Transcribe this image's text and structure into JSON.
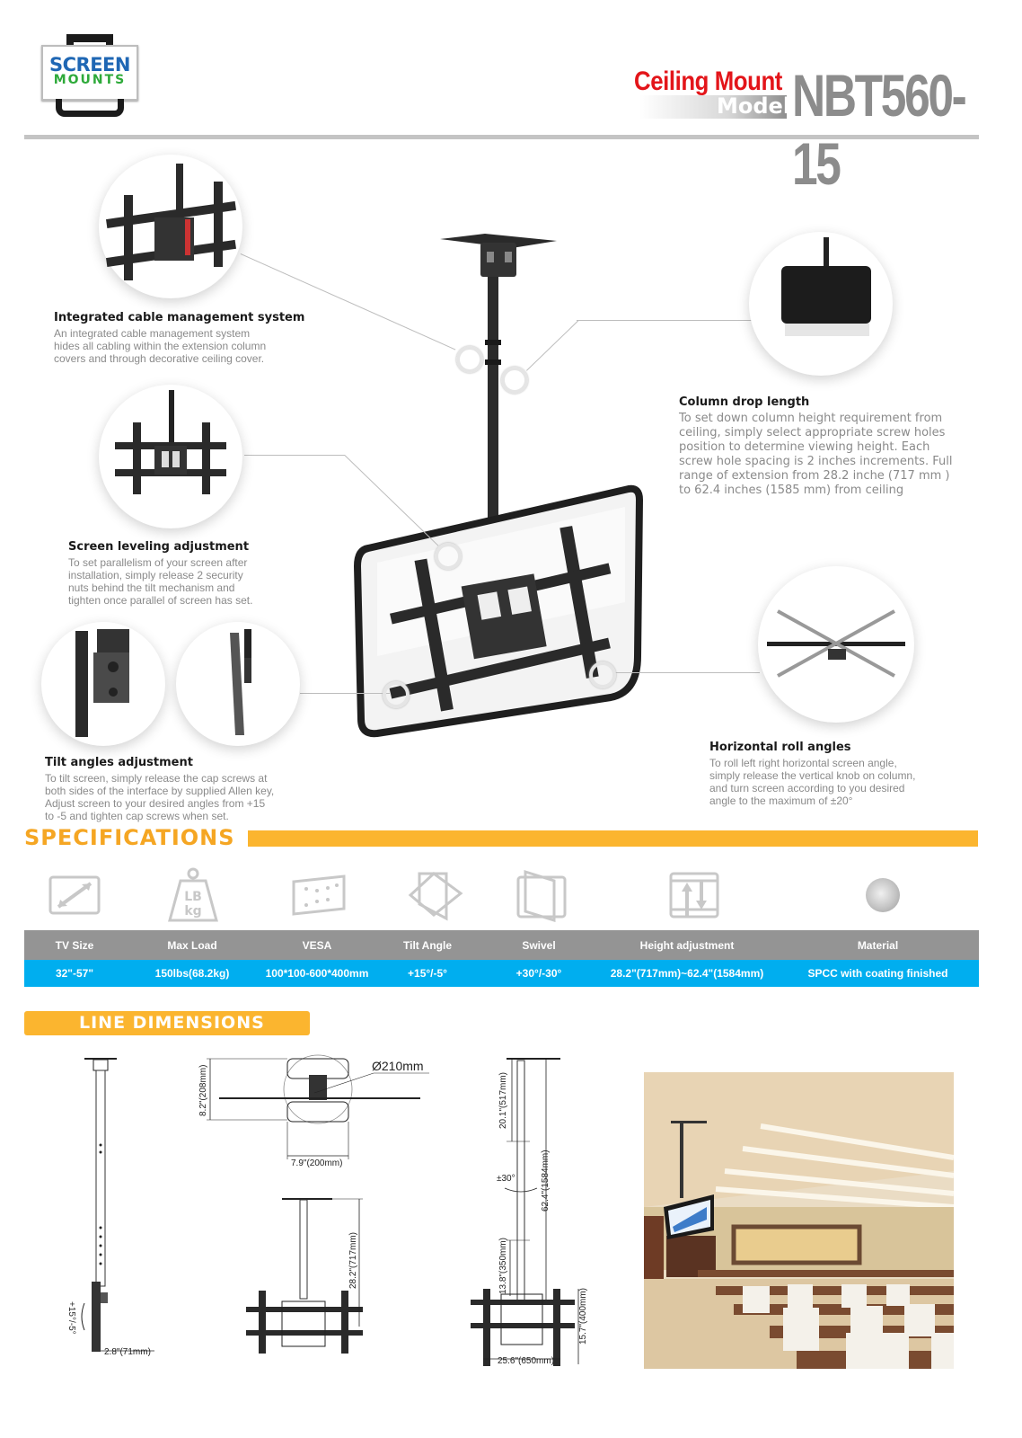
{
  "brand": {
    "logo_line1": "SCREEN",
    "logo_line2": "MOUNTS",
    "colors": {
      "blue": "#1f67b4",
      "green": "#2eaa3a"
    }
  },
  "header": {
    "category": "Ceiling Mount",
    "model_label": "Model",
    "model_number": "NBT560-15",
    "colors": {
      "category": "#e3151a",
      "model_number": "#8c8c8c"
    }
  },
  "features": [
    {
      "title": "Integrated cable management system",
      "lines": [
        "An integrated cable management system",
        "hides all cabling within the extension column",
        "covers and through decorative ceiling cover."
      ]
    },
    {
      "title": "Column drop length",
      "lines": [
        "To set down column height requirement from",
        "ceiling, simply select appropriate screw holes",
        "position to determine viewing height. Each",
        "screw hole spacing is 2 inches increments. Full",
        "range of extension from 28.2 inche (717 mm )",
        " to 62.4 inches (1585 mm) from ceiling"
      ]
    },
    {
      "title": "Screen leveling adjustment",
      "lines": [
        "To set parallelism of  your screen after",
        "installation, simply release 2 security",
        "nuts behind the tilt mechanism and",
        "tighten once parallel of  screen has set."
      ]
    },
    {
      "title": "Tilt angles adjustment",
      "lines": [
        "To tilt screen, simply release the cap screws at",
        "both sides of the interface by supplied Allen key,",
        "Adjust screen to your desired angles from +15",
        "to -5 and tighten cap screws when set."
      ]
    },
    {
      "title": "Horizontal roll angles",
      "lines": [
        "To roll left right horizontal screen angle,",
        "simply release the vertical knob on column,",
        "and turn screen according to you desired",
        "angle to the maximum of ±20°"
      ]
    }
  ],
  "specifications": {
    "heading": "SPECIFICATIONS",
    "accent_color": "#fbb52f",
    "header_bg": "#949494",
    "row_bg": "#00aeef",
    "icons": [
      "tv-size-icon",
      "max-load-weight-icon",
      "vesa-pattern-icon",
      "tilt-angle-icon",
      "swivel-icon",
      "height-adjustment-icon",
      "material-sphere-icon"
    ],
    "weight_icon_text": {
      "top": "LB",
      "bottom": "kg"
    },
    "columns": [
      "TV Size",
      "Max Load",
      "VESA",
      "Tilt Angle",
      "Swivel",
      "Height adjustment",
      "Material"
    ],
    "values": [
      "32\"-57\"",
      "150lbs(68.2kg)",
      "100*100-600*400mm",
      "+15°/-5°",
      "+30°/-30°",
      "28.2\"(717mm)~62.4\"(1584mm)",
      "SPCC with coating finished"
    ]
  },
  "line_dimensions": {
    "heading": "LINE DIMENSIONS",
    "labels": {
      "tilt_range": "+15°/-5°",
      "side_depth": "2.8\"(71mm)",
      "plate_height": "8.2\"(208mm)",
      "plate_diameter": "Ø210mm",
      "plate_width": "7.9\"(200mm)",
      "min_drop": "28.2\"(717mm)",
      "upper_section": "20.1\"(517mm)",
      "swivel": "±30°",
      "max_drop": "62.4\"(1584mm)",
      "lower_section": "13.8\"(350mm)",
      "bracket_height": "15.7\"(400mm)",
      "bracket_width": "25.6\"(650mm)"
    }
  }
}
